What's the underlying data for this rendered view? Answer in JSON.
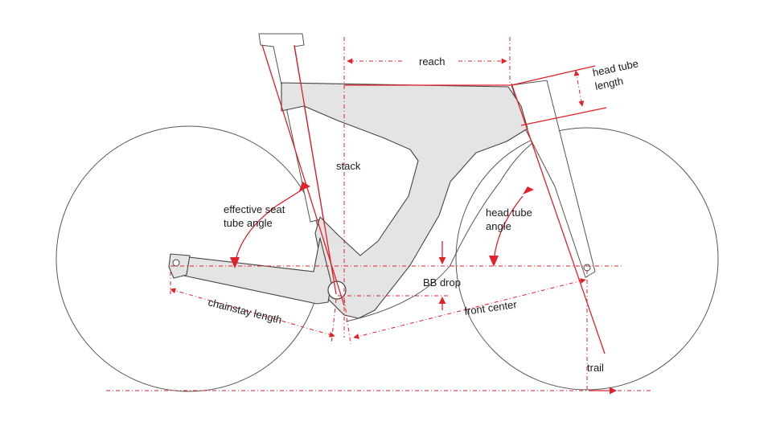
{
  "labels": {
    "reach": "reach",
    "head_tube_length_line1": "head tube",
    "head_tube_length_line2": "length",
    "stack": "stack",
    "effective_seat_line1": "effective seat",
    "effective_seat_line2": "tube angle",
    "head_tube_angle_line1": "head tube",
    "head_tube_angle_line2": "angle",
    "bb_drop": "BB drop",
    "front_center": "front center",
    "chainstay_length": "chainstay length",
    "trail": "trail"
  },
  "colors": {
    "dimension": "#e0202a",
    "frame_fill": "#e4e4e4",
    "outline": "#444444"
  }
}
